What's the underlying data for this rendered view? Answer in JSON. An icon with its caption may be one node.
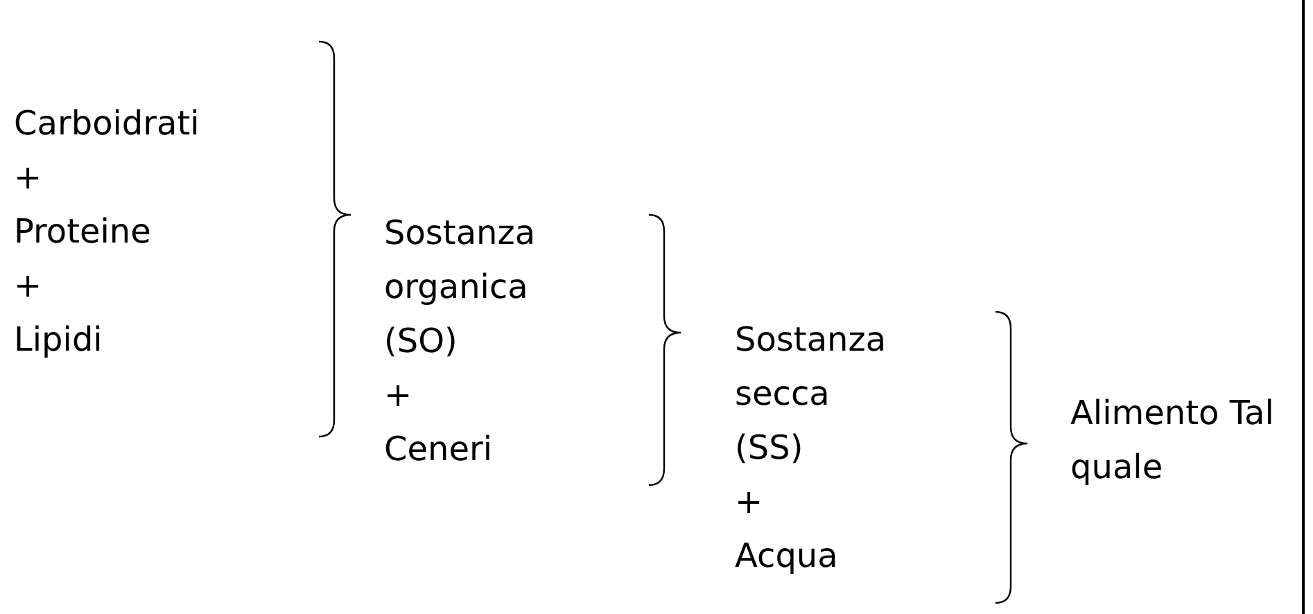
{
  "diagram": {
    "labels": [
      "Carboidrati",
      "+",
      "Proteine",
      "+",
      "Lipidi",
      "Sostanza organica (SO)",
      "+",
      "Ceneri",
      "Sostanza secca (SS)",
      "+",
      "Acqua",
      "Alimento Tal quale"
    ]
  }
}
